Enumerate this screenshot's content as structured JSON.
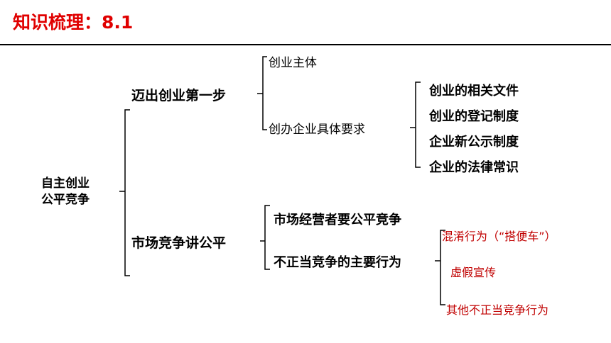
{
  "title": "知识梳理：8.1",
  "root": {
    "line1": "自主创业",
    "line2": "公平竞争"
  },
  "branch1": {
    "label": "迈出创业第一步",
    "children": [
      "创业主体",
      "创办企业具体要求"
    ],
    "requirements": [
      "创业的相关文件",
      "创业的登记制度",
      "企业新公示制度",
      "企业的法律常识"
    ]
  },
  "branch2": {
    "label": "市场竞争讲公平",
    "children": [
      "市场经营者要公平竞争",
      "不正当竞争的主要行为"
    ],
    "behaviors": [
      "混淆行为（“搭便车”）",
      "虚假宣传",
      "其他不正当竞争行为"
    ]
  },
  "colors": {
    "title": "#e00000",
    "behaviors": "#c00000"
  }
}
